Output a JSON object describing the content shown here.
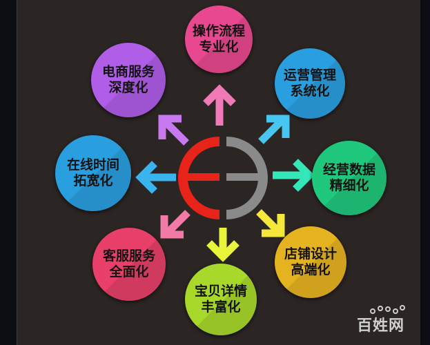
{
  "center_logo": {
    "left_color": "#e8231a",
    "right_color": "#8a8a8a"
  },
  "nodes": [
    {
      "id": "top",
      "line1": "操作流程",
      "line2": "专业化",
      "color": "#e8488f"
    },
    {
      "id": "top-right",
      "line1": "运营管理",
      "line2": "系统化",
      "color": "#2a9fe0"
    },
    {
      "id": "right",
      "line1": "经营数据",
      "line2": "精细化",
      "color": "#1fc87c"
    },
    {
      "id": "bottom-right",
      "line1": "店铺设计",
      "line2": "高端化",
      "color": "#e6b320"
    },
    {
      "id": "bottom",
      "line1": "宝贝详情",
      "line2": "丰富化",
      "color": "#a8d92a"
    },
    {
      "id": "bottom-left",
      "line1": "客服服务",
      "line2": "全面化",
      "color": "#e8406a"
    },
    {
      "id": "left",
      "line1": "在线时间",
      "line2": "拓宽化",
      "color": "#2a9fe0"
    },
    {
      "id": "top-left",
      "line1": "电商服务",
      "line2": "深度化",
      "color": "#b05ee8"
    }
  ],
  "arrows": [
    {
      "dir": "up",
      "color": "#f07ab8"
    },
    {
      "dir": "up-right",
      "color": "#46c6f0"
    },
    {
      "dir": "right",
      "color": "#35e6b8"
    },
    {
      "dir": "down-right",
      "color": "#f5e83a"
    },
    {
      "dir": "down",
      "color": "#e8f53a"
    },
    {
      "dir": "down-left",
      "color": "#f27aa6"
    },
    {
      "dir": "left",
      "color": "#3ab4ee"
    },
    {
      "dir": "up-left",
      "color": "#c77af0"
    }
  ],
  "watermark": {
    "text": "百姓网"
  }
}
